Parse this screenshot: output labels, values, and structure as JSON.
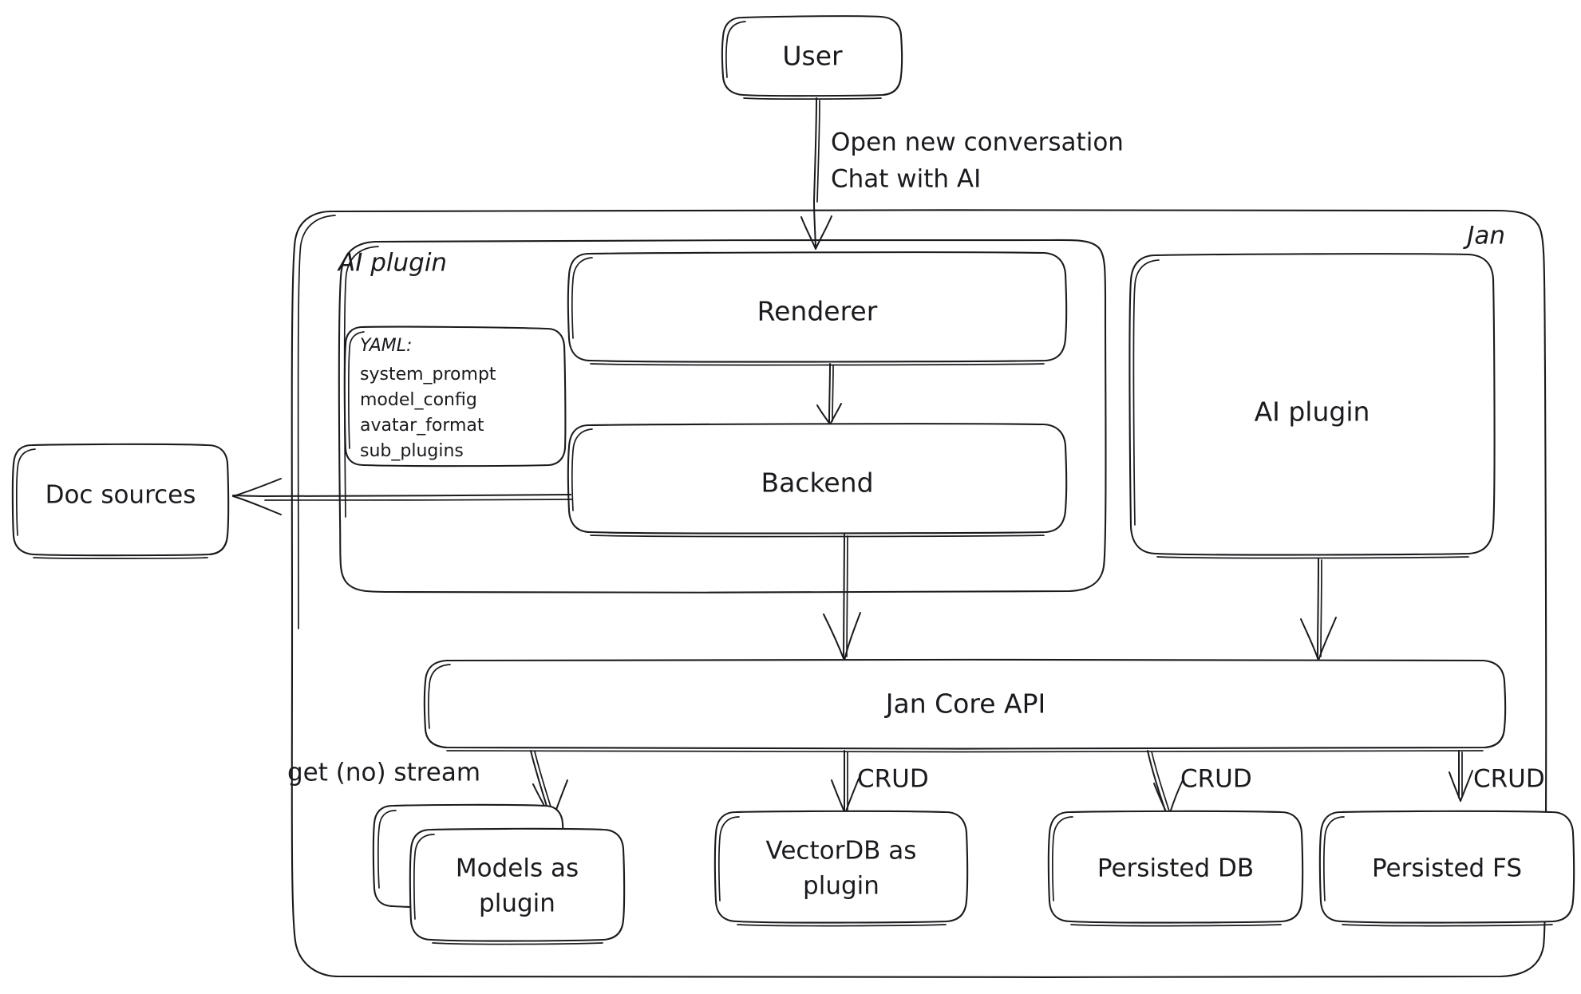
{
  "diagram": {
    "title": "Jan architecture diagram",
    "style": "hand-drawn",
    "stroke_color": "#1b1b1f",
    "background_color": "#ffffff"
  },
  "containers": {
    "jan": {
      "label": "Jan"
    },
    "ai_plugin_group": {
      "label": "AI plugin"
    }
  },
  "nodes": {
    "user": {
      "label": "User"
    },
    "renderer": {
      "label": "Renderer"
    },
    "backend": {
      "label": "Backend"
    },
    "ai_plugin_right": {
      "label": "AI plugin"
    },
    "doc_sources": {
      "label": "Doc sources"
    },
    "jan_core_api": {
      "label": "Jan Core API"
    },
    "models_as_plugin": {
      "label_line1": "Models as",
      "label_line2": "plugin"
    },
    "vectordb_as_plugin": {
      "label_line1": "VectorDB as",
      "label_line2": "plugin"
    },
    "persisted_db": {
      "label": "Persisted DB"
    },
    "persisted_fs": {
      "label": "Persisted FS"
    }
  },
  "yaml_card": {
    "header": "YAML:",
    "items": [
      "system_prompt",
      "model_config",
      "avatar_format",
      "sub_plugins"
    ]
  },
  "edge_labels": {
    "user_to_renderer_line1": "Open new conversation",
    "user_to_renderer_line2": "Chat with AI",
    "api_to_models": "get (no) stream",
    "api_to_vectordb": "CRUD",
    "api_to_persisted_db": "CRUD",
    "api_to_persisted_fs": "CRUD"
  }
}
